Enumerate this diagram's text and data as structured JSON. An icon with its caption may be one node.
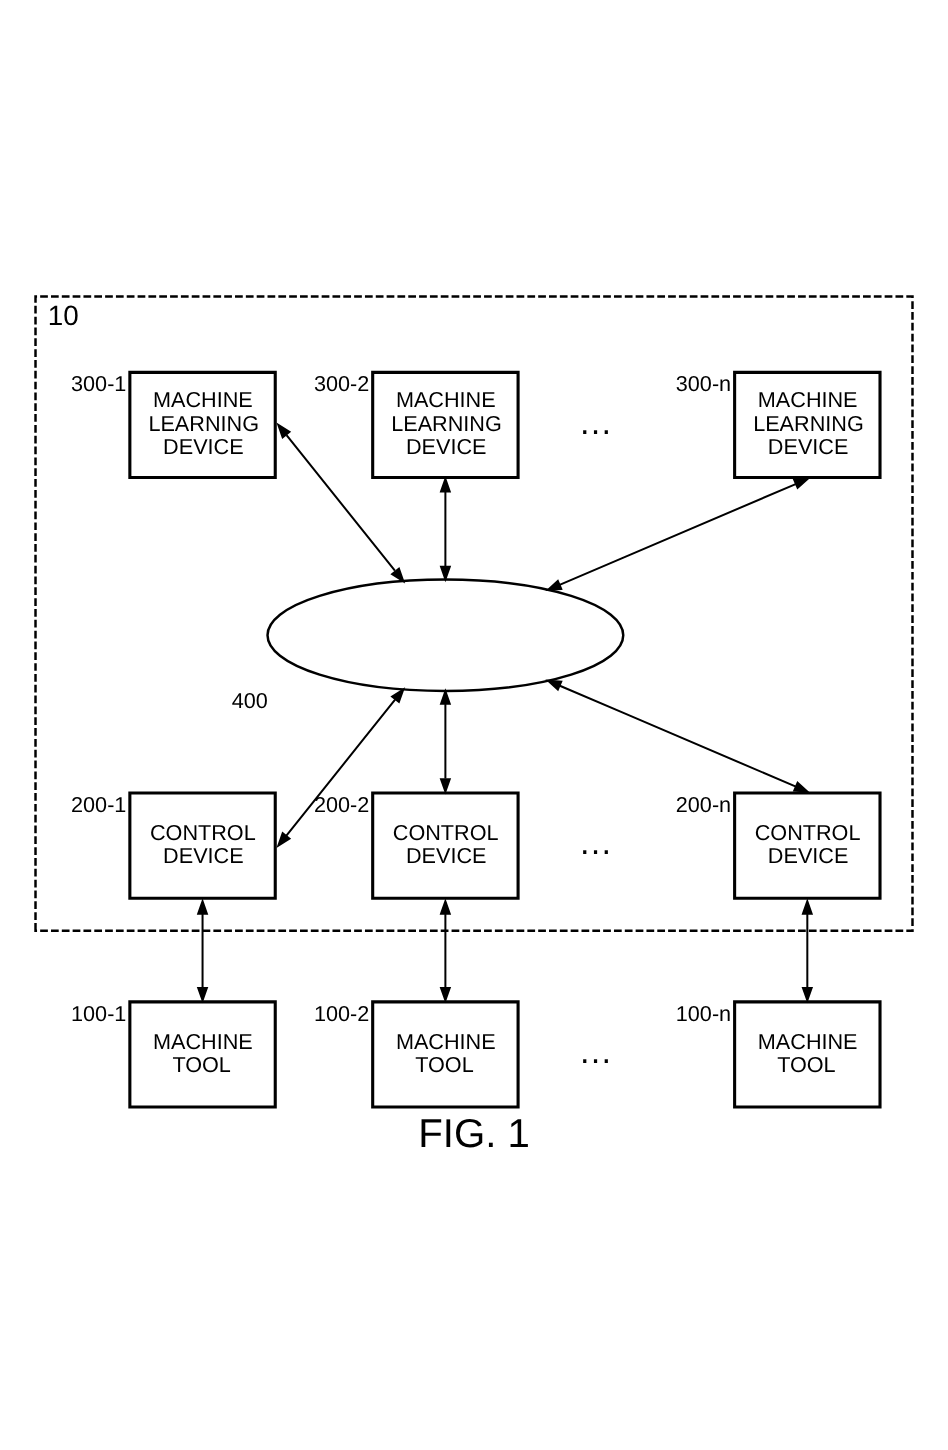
{
  "diagram": {
    "caption": "FIG. 1",
    "nodes": [
      {
        "text": [
          "10"
        ]
      },
      {
        "text": [
          "MACHINE LEARNING DEVICE"
        ],
        "in": 0,
        "beside": [
          "300-1"
        ]
      },
      {
        "text": [
          "MACHINE LEARNING DEVICE"
        ],
        "in": 0,
        "beside": [
          "300-2"
        ]
      },
      {
        "text": [
          "MACHINE LEARNING DEVICE"
        ],
        "in": 0,
        "beside": [
          "300-n"
        ]
      },
      {
        "text": [],
        "shape": "ellipse",
        "in": 0,
        "beside": [
          "400"
        ]
      },
      {
        "text": [
          "CONTROL DEVICE"
        ],
        "in": 0,
        "beside": [
          "200-1"
        ]
      },
      {
        "text": [
          "CONTROL DEVICE"
        ],
        "in": 0,
        "beside": [
          "200-2"
        ]
      },
      {
        "text": [
          "CONTROL DEVICE"
        ],
        "in": 0,
        "beside": [
          "200-n"
        ]
      },
      {
        "text": [
          "MACHINE TOOL"
        ],
        "beside": [
          "100-1"
        ]
      },
      {
        "text": [
          "MACHINE TOOL"
        ],
        "beside": [
          "100-2"
        ]
      },
      {
        "text": [
          "MACHINE TOOL"
        ],
        "beside": [
          "100-n"
        ]
      }
    ],
    "edges": [
      {
        "from": 4,
        "to": 1,
        "arrow": "both"
      },
      {
        "from": 4,
        "to": 2,
        "arrow": "both"
      },
      {
        "from": 4,
        "to": 3,
        "arrow": "both"
      },
      {
        "from": 5,
        "to": 4,
        "arrow": "both"
      },
      {
        "from": 6,
        "to": 4,
        "arrow": "both"
      },
      {
        "from": 7,
        "to": 4,
        "arrow": "both"
      },
      {
        "from": 8,
        "to": 5,
        "arrow": "both"
      },
      {
        "from": 9,
        "to": 6,
        "arrow": "both"
      },
      {
        "from": 10,
        "to": 7,
        "arrow": "both"
      }
    ],
    "labels": [
      "…",
      "…",
      "…"
    ]
  }
}
